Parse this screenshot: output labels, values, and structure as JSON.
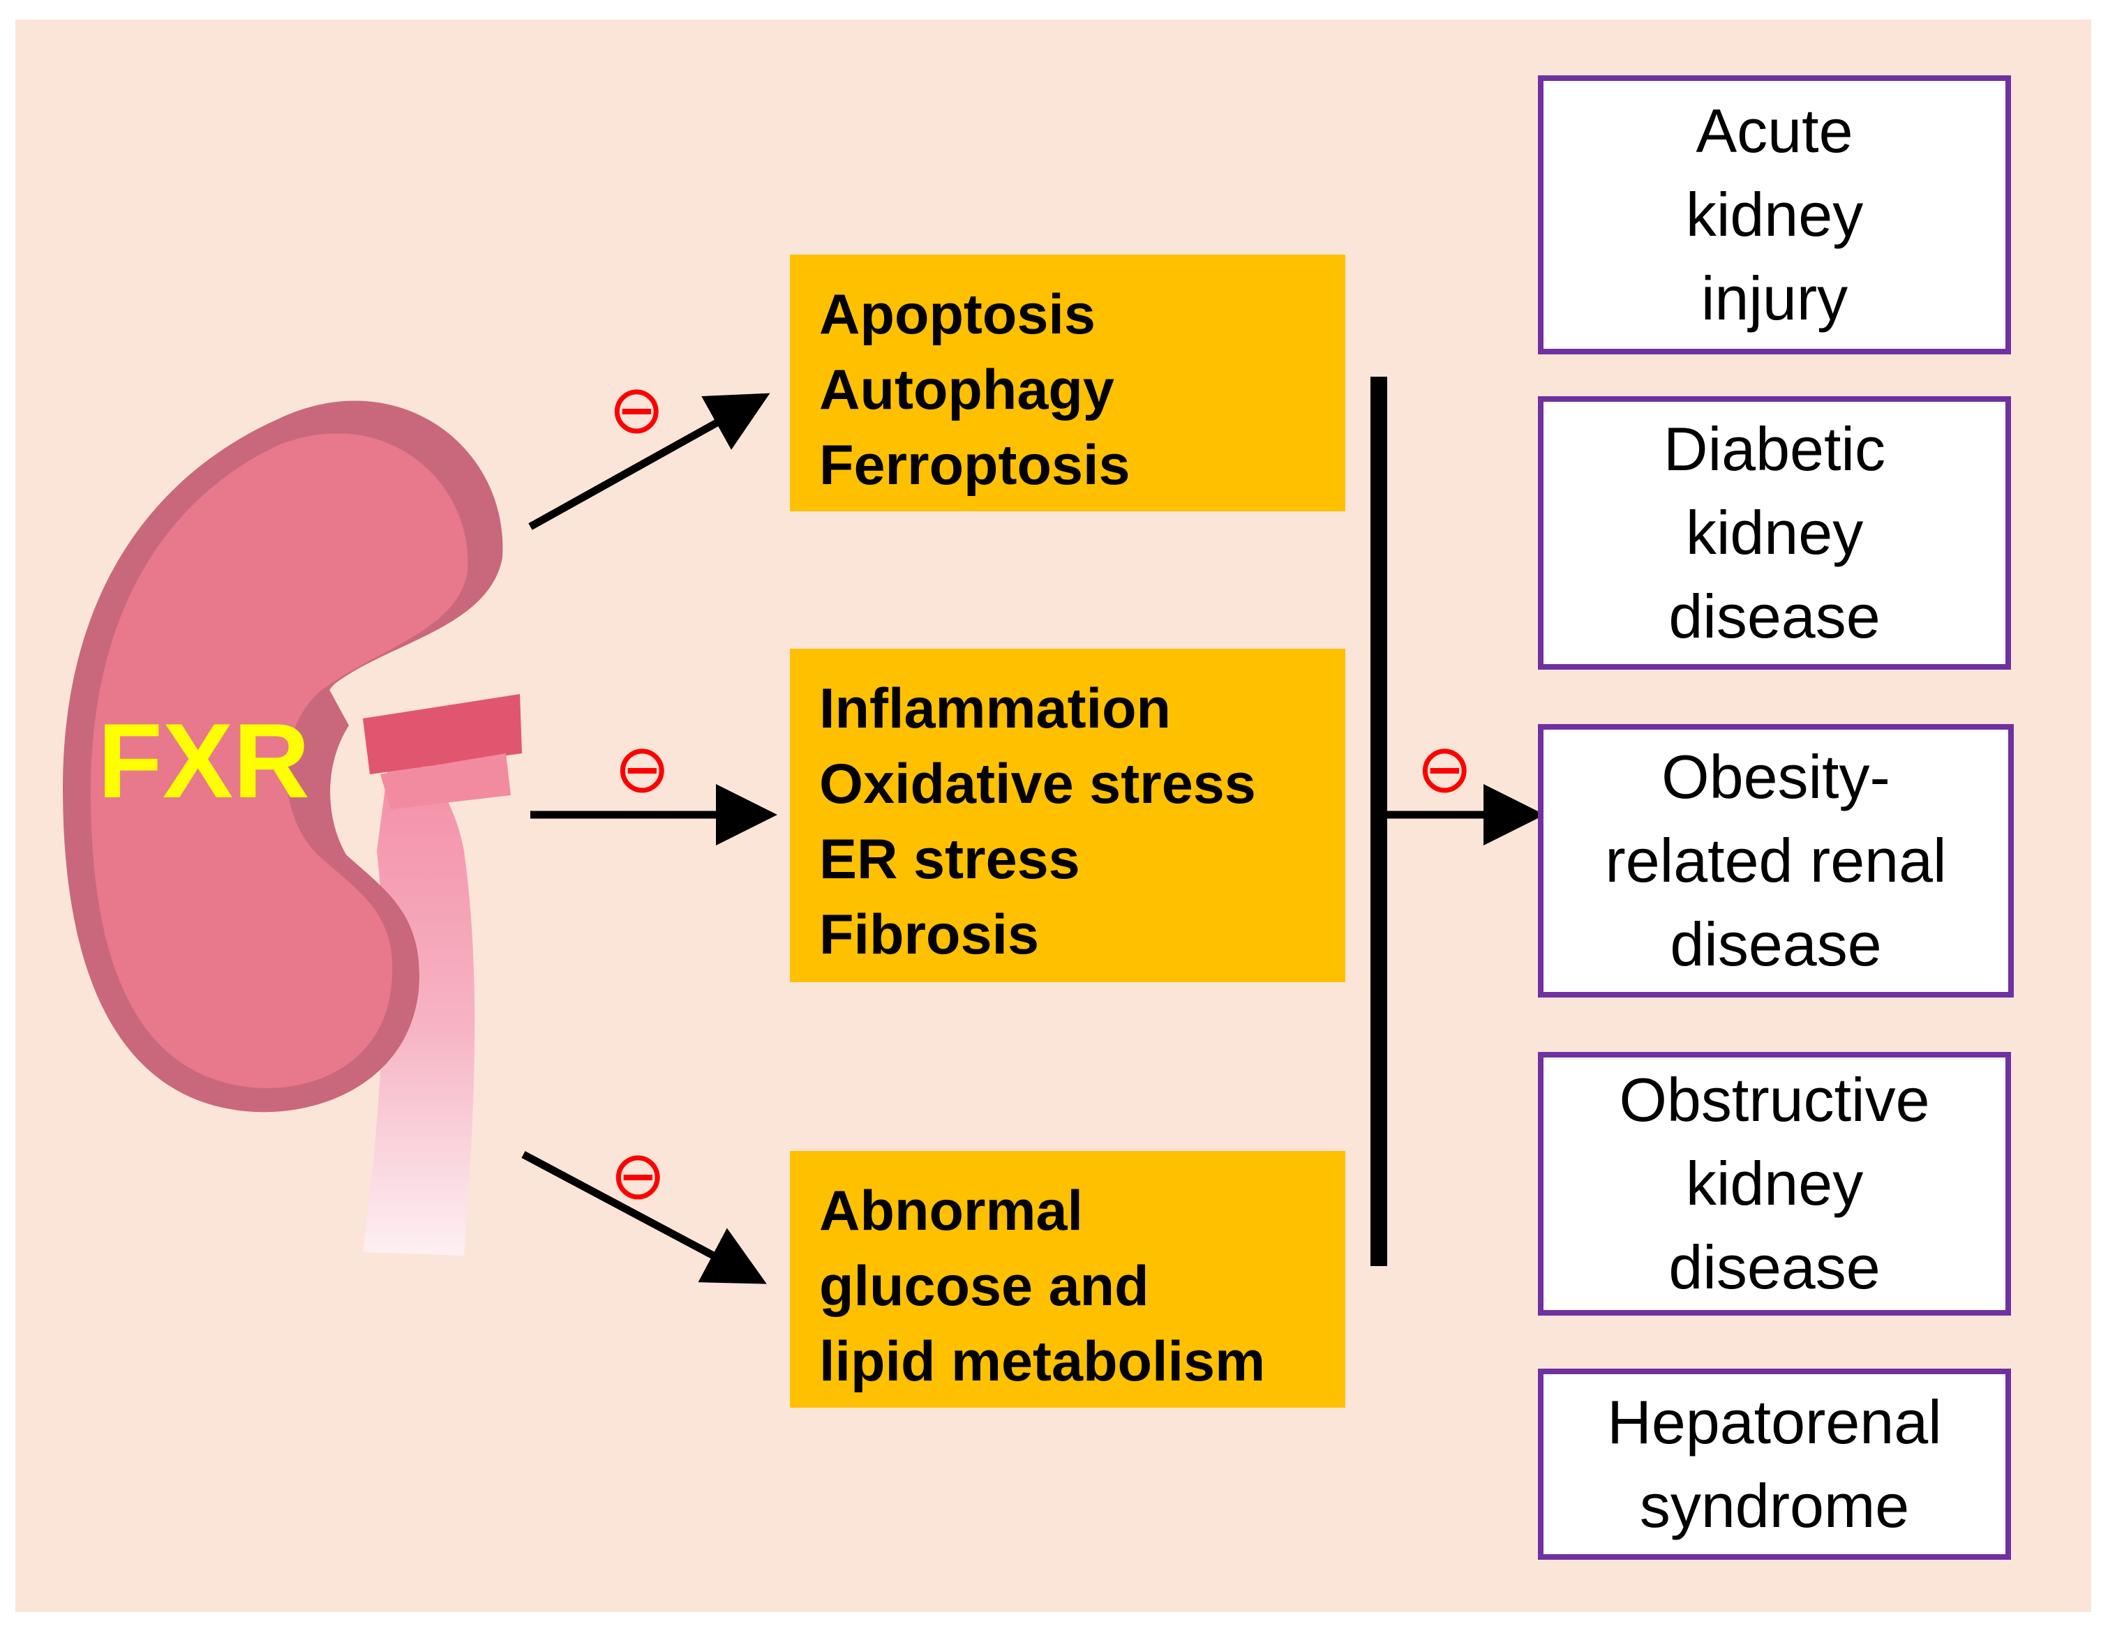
{
  "organ_label": "FXR",
  "inhibit_symbol": "⊖",
  "processes": [
    {
      "lines": [
        "Apoptosis",
        "Autophagy",
        "Ferroptosis"
      ]
    },
    {
      "lines": [
        "Inflammation",
        "Oxidative stress",
        "ER stress",
        "Fibrosis"
      ]
    },
    {
      "lines": [
        "Abnormal",
        "glucose and",
        "lipid metabolism"
      ]
    }
  ],
  "diseases": [
    {
      "lines": [
        "Acute",
        "kidney",
        "injury"
      ]
    },
    {
      "lines": [
        "Diabetic",
        "kidney",
        "disease"
      ]
    },
    {
      "lines": [
        "Obesity-",
        "related renal",
        "disease"
      ]
    },
    {
      "lines": [
        "Obstructive",
        "kidney",
        "disease"
      ]
    },
    {
      "lines": [
        "Hepatorenal",
        "syndrome"
      ]
    }
  ],
  "colors": {
    "background": "#fbe5d8",
    "process_box": "#ffc000",
    "disease_border": "#7030a0",
    "kidney": "#e8788b",
    "label": "#ffff00",
    "inhibit": "#ff0000"
  }
}
